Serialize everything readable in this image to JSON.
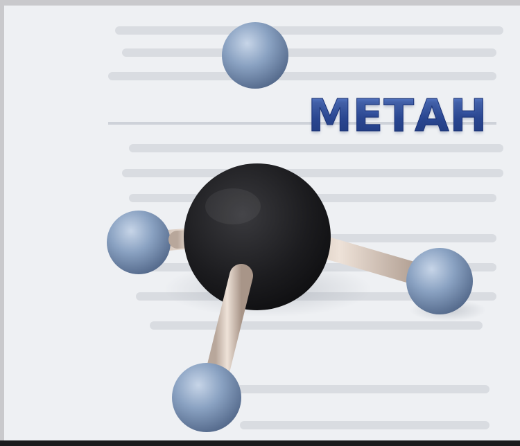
{
  "image": {
    "title": "МЕТАН",
    "colors": {
      "title_blue": "#2f4f9e",
      "carbon_black": "#1a1a1c",
      "hydrogen_blue": "#7b93b5",
      "bond_beige": "#d9cbc0",
      "paper": "#eef0f3"
    },
    "molecule": {
      "central_atom": "carbon",
      "bonded_atoms": [
        "hydrogen",
        "hydrogen",
        "hydrogen",
        "hydrogen"
      ]
    }
  }
}
